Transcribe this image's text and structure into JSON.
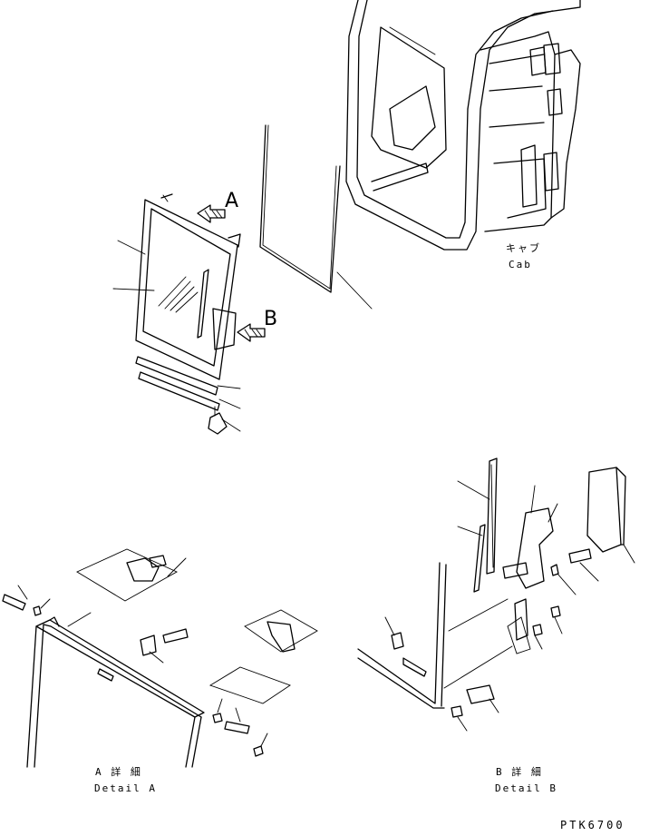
{
  "labels": {
    "cab_jp": "キャブ",
    "cab_en": "Cab",
    "arrow_a": "A",
    "arrow_b": "B",
    "detail_a_jp": "A 詳 細",
    "detail_a_en": "Detail A",
    "detail_b_jp": "B 詳 細",
    "detail_b_en": "Detail B",
    "drawing_code": "PTK6700"
  }
}
